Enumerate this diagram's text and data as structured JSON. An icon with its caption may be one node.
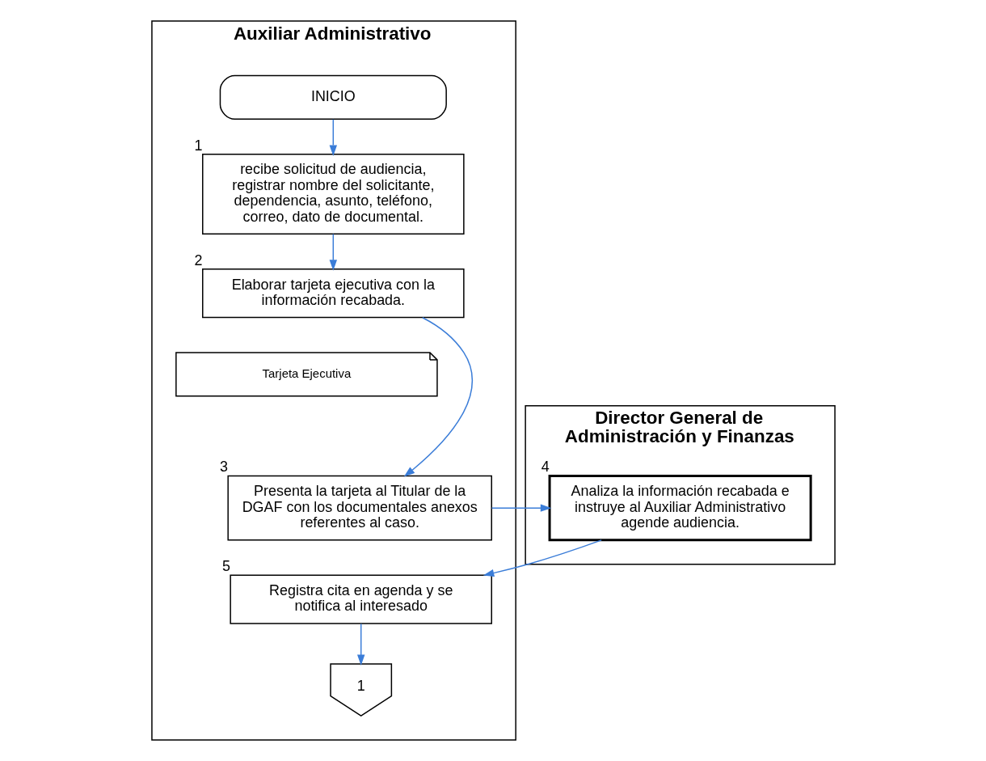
{
  "diagram": {
    "nodes": [
      {
        "text": [
          "Auxiliar Administrativo"
        ]
      },
      {
        "text": [
          "INICIO"
        ],
        "in": 0
      },
      {
        "text": [
          "recibe solicitud de audiencia, registrar nombre del solicitante, dependencia, asunto, teléfono, correo, dato de documental."
        ],
        "in": 0,
        "beside": [
          "1"
        ]
      },
      {
        "text": [
          "Elaborar tarjeta ejecutiva con la información recabada."
        ],
        "in": 0,
        "beside": [
          "2"
        ]
      },
      {
        "text": [
          "Tarjeta Ejecutiva"
        ],
        "in": 0
      },
      {
        "text": [
          "Presenta la tarjeta al Titular de la DGAF con los documentales anexos referentes al caso."
        ],
        "in": 0,
        "beside": [
          "3"
        ]
      },
      {
        "text": [
          "Registra cita en agenda y se notifica al interesado"
        ],
        "in": 0,
        "beside": [
          "5"
        ]
      },
      {
        "text": [
          "1"
        ],
        "in": 0
      },
      {
        "text": [
          "Director General de Administración y Finanzas"
        ]
      },
      {
        "text": [
          "Analiza la información recabada e instruye al Auxiliar Administrativo agende audiencia."
        ],
        "in": 8,
        "beside": [
          "4"
        ]
      }
    ],
    "edges": [
      {
        "from": 1,
        "to": 2,
        "arrow": "to"
      },
      {
        "from": 2,
        "to": 3,
        "arrow": "to"
      },
      {
        "from": 3,
        "to": 5,
        "arrow": "to"
      },
      {
        "from": 5,
        "to": 9,
        "arrow": "to"
      },
      {
        "from": 9,
        "to": 6,
        "arrow": "to"
      },
      {
        "from": 6,
        "to": 7,
        "arrow": "to"
      }
    ]
  }
}
